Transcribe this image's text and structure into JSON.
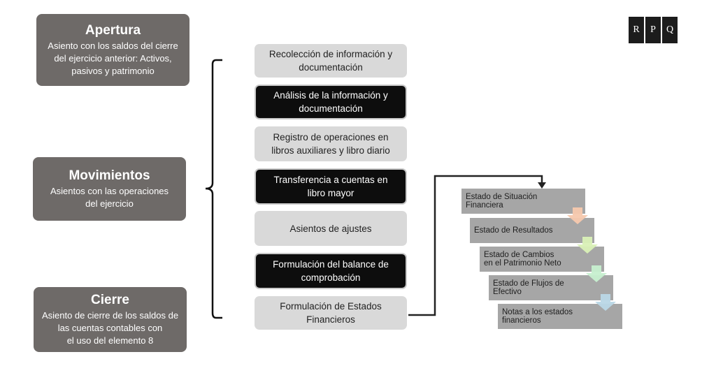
{
  "phases": {
    "apertura": {
      "title": "Apertura",
      "desc": [
        "Asiento con los saldos del cierre",
        "del ejercicio anterior: Activos,",
        "pasivos y patrimonio"
      ]
    },
    "movimientos": {
      "title": "Movimientos",
      "desc": [
        "Asientos con las operaciones",
        "del ejercicio"
      ]
    },
    "cierre": {
      "title": "Cierre",
      "desc": [
        "Asiento de cierre de los saldos de",
        "las cuentas contables con",
        "el uso del elemento 8"
      ]
    }
  },
  "steps": [
    [
      "Recolección de información y",
      "documentación"
    ],
    [
      "Análisis de la información y",
      "documentación"
    ],
    [
      "Registro de operaciones en",
      "libros auxiliares y libro diario"
    ],
    [
      "Transferencia a cuentas en",
      "libro mayor"
    ],
    [
      "Asientos de ajustes"
    ],
    [
      "Formulación del balance de",
      "comprobación"
    ],
    [
      "Formulación de Estados",
      "Financieros"
    ]
  ],
  "statements": [
    [
      "Estado de Situación",
      "Financiera"
    ],
    [
      "Estado de Resultados"
    ],
    [
      "Estado de Cambios",
      "en el Patrimonio Neto"
    ],
    [
      "Estado de Flujos de",
      "Efectivo"
    ],
    [
      "Notas a los estados",
      "financieros"
    ]
  ],
  "logo": [
    "R",
    "P",
    "Q"
  ],
  "colors": {
    "phase_box": "#6e6a68",
    "step_light": "#d9d9d9",
    "step_dark": "#0d0d0d",
    "statement_box": "#a6a6a6",
    "chevrons": [
      "#f6c8ad",
      "#d9f0b6",
      "#c6efcf",
      "#b9d7e6"
    ]
  }
}
